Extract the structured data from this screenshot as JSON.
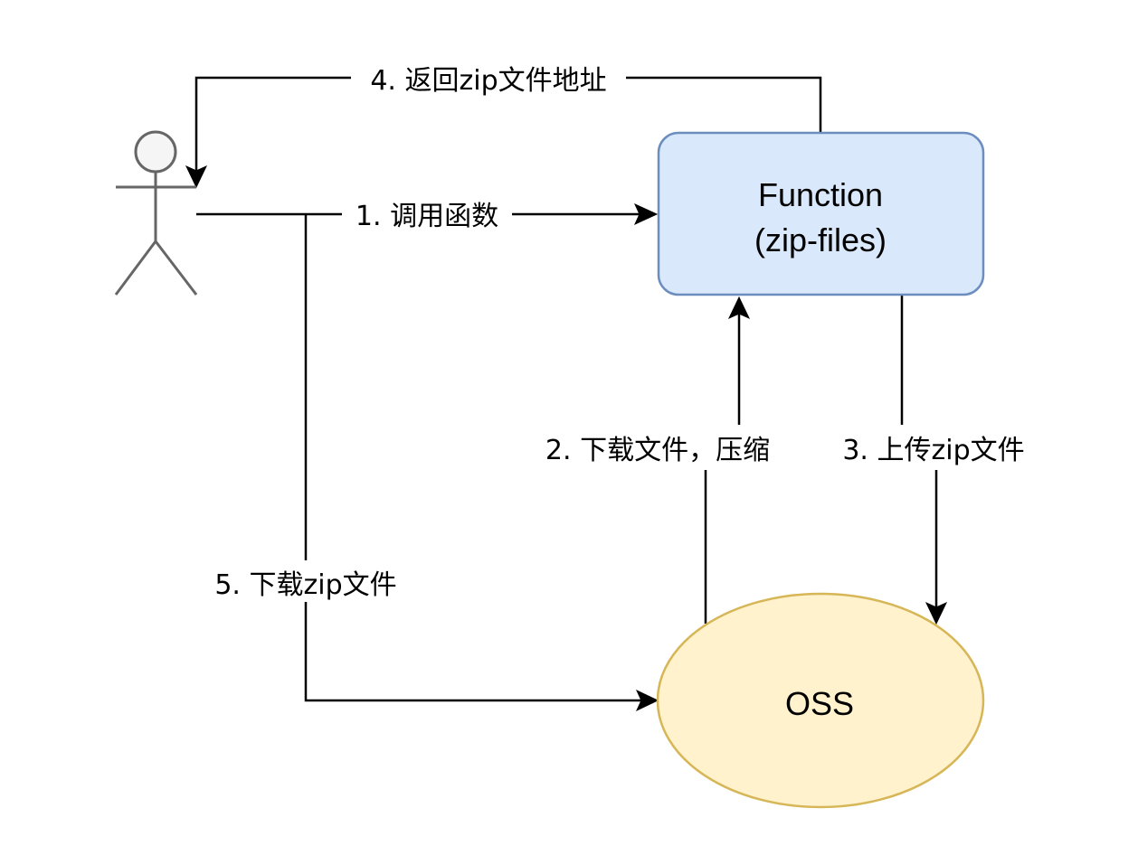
{
  "nodes": {
    "actor": {
      "label": "",
      "colors": {
        "fill": "#f5f5f5",
        "stroke": "#666666"
      }
    },
    "function": {
      "line1": "Function",
      "line2": "(zip-files)",
      "colors": {
        "fill": "#dae8fc",
        "stroke": "#6c8ebf"
      }
    },
    "oss": {
      "label": "OSS",
      "colors": {
        "fill": "#fff2cc",
        "stroke": "#d6b656"
      }
    }
  },
  "edges": {
    "step1": {
      "label": "1. 调用函数"
    },
    "step2": {
      "label": "2. 下载文件，压缩"
    },
    "step3": {
      "label": "3. 上传zip文件"
    },
    "step4": {
      "label": "4. 返回zip文件地址"
    },
    "step5": {
      "label": "5. 下载zip文件"
    }
  },
  "colors": {
    "edge": "#000000",
    "background": "#ffffff"
  }
}
